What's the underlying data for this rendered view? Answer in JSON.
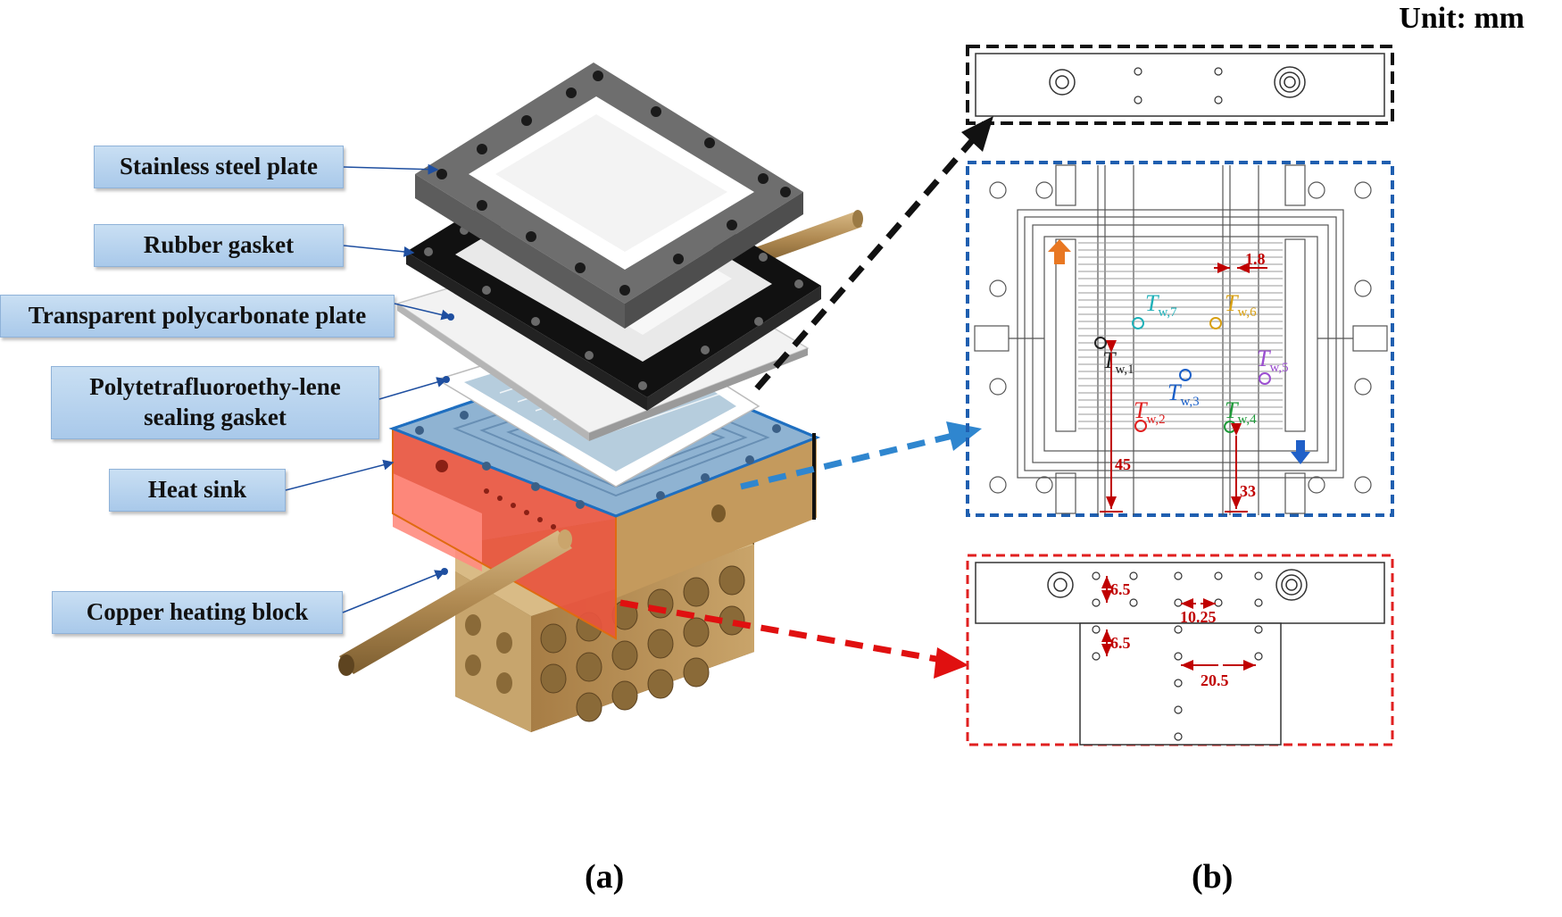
{
  "unit_label": "Unit: mm",
  "panel_a_label": "(a)",
  "panel_b_label": "(b)",
  "components": {
    "stainless_steel_plate": "Stainless steel plate",
    "rubber_gasket": "Rubber gasket",
    "polycarbonate_plate": "Transparent polycarbonate plate",
    "ptfe_gasket_line1": "Polytetrafluoroethy-lene",
    "ptfe_gasket_line2": "sealing gasket",
    "heat_sink": "Heat sink",
    "copper_block": "Copper heating block"
  },
  "sensors": {
    "T": "T",
    "w1": "w,1",
    "w2": "w,2",
    "w3": "w,3",
    "w4": "w,4",
    "w5": "w,5",
    "w6": "w,6",
    "w7": "w,7"
  },
  "dimensions": {
    "d1_8": "1.8",
    "d45": "45",
    "d33": "33",
    "d6_5a": "6.5",
    "d6_5b": "6.5",
    "d10_25": "10.25",
    "d20_5": "20.5"
  },
  "colors": {
    "label_fill": "#b8d4ef",
    "steel": "#6e6e6e",
    "rubber": "#111111",
    "copper": "#b8925a",
    "heat_sink_red": "#e8553f",
    "blue_frame": "#1f6fc0",
    "red_frame": "#e32222",
    "black_frame": "#111111",
    "tw1": "#222222",
    "tw2": "#e02020",
    "tw3": "#1a5fc8",
    "tw4": "#1f9a3a",
    "tw5": "#9b4fd0",
    "tw6": "#d8a013",
    "tw7": "#1fb0b8"
  }
}
